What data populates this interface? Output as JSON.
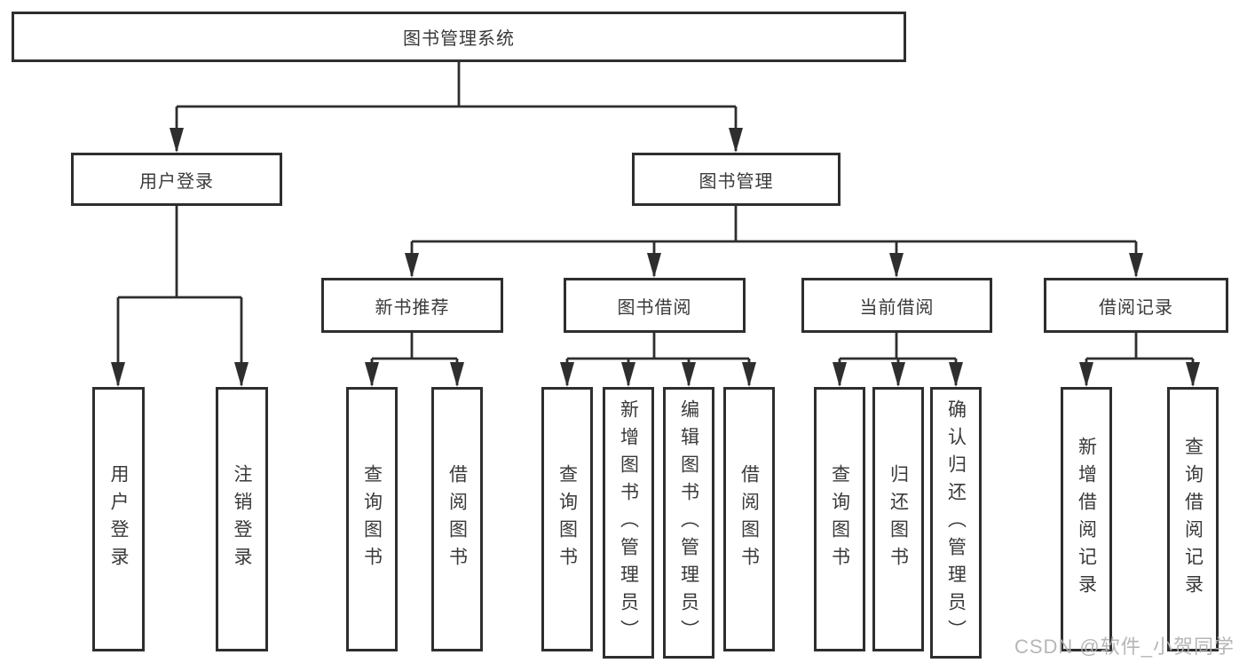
{
  "diagram": {
    "root": {
      "label": "图书管理系统"
    },
    "user_login": {
      "label": "用户登录",
      "children": [
        {
          "label": "用户登录"
        },
        {
          "label": "注销登录"
        }
      ]
    },
    "book_management": {
      "label": "图书管理",
      "sections": [
        {
          "label": "新书推荐",
          "children": [
            {
              "label": "查询图书"
            },
            {
              "label": "借阅图书"
            }
          ]
        },
        {
          "label": "图书借阅",
          "children": [
            {
              "label": "查询图书"
            },
            {
              "label": "新增图书（管理员）"
            },
            {
              "label": "编辑图书（管理员）"
            },
            {
              "label": "借阅图书"
            }
          ]
        },
        {
          "label": "当前借阅",
          "children": [
            {
              "label": "查询图书"
            },
            {
              "label": "归还图书"
            },
            {
              "label": "确认归还（管理员）"
            }
          ]
        },
        {
          "label": "借阅记录",
          "children": [
            {
              "label": "新增借阅记录"
            },
            {
              "label": "查询借阅记录"
            }
          ]
        }
      ]
    }
  },
  "watermark": {
    "text": "CSDN @软件_小贺同学"
  },
  "colors": {
    "line": "#2e2e2e",
    "text": "#3a3a3a",
    "watermark": "#b0b0b0",
    "background": "#ffffff"
  }
}
